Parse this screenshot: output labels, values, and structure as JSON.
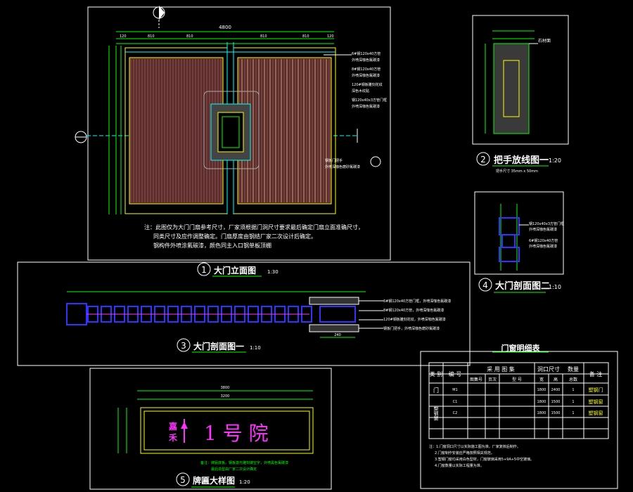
{
  "title_elevation": {
    "num": "1",
    "label": "大门立面图",
    "scale": "1:30"
  },
  "title_handle": {
    "num": "2",
    "label": "把手放线图一",
    "scale": "1:20"
  },
  "title_section1": {
    "num": "3",
    "label": "大门剖面图一",
    "scale": "1:10"
  },
  "title_section2": {
    "num": "4",
    "label": "大门剖面图二",
    "scale": "1:10"
  },
  "title_plaque": {
    "num": "5",
    "label": "牌匾大样图",
    "scale": "1:20"
  },
  "handle_note": "把手尺寸 35mm x 50mm",
  "handle_label": "石材面",
  "top_dims": {
    "total": "4800",
    "d1": "120",
    "d2": "810",
    "d3": "810",
    "d4": "810",
    "d5": "810",
    "d6": "120"
  },
  "elevation_notes": [
    "注：此图仅为大门门扇参考尺寸，厂家须根据门洞尺寸要求最后确定门扇立面准确尺寸，",
    "同类尺寸及应作调整确定。门扇厚度由钢结厂家二次设计后确定。",
    "钢构件外喷涂氟碳漆，颜色同主入口钢单板顶棚"
  ],
  "elevation_callouts": [
    "6#钢120x40方管",
    "外喷深咖色氟碳漆",
    "8#钢120x40方管",
    "外喷深咖色氟碳漆",
    "120#钢板雕刻花纹",
    "深色木纹贴",
    "钢120x40x3方管门框",
    "外喷深咖色氟碳漆"
  ],
  "elevation_callout2": [
    "钢板门把手",
    "外喷深咖色磨砂氟碳漆"
  ],
  "section1_callouts": [
    "6#钢120x40方管门框，外喷深咖色氟碳漆",
    "8#钢120x40方管，外喷深咖色氟碳漆",
    "120#钢板雕刻花纹，外喷深咖色氟碳漆",
    "钢板门把手，外喷深咖色磨砂氟碳漆"
  ],
  "section2_callouts": [
    "钢120x40x3方管门框",
    "外喷深咖色氟碳漆",
    "6#钢120x40方管",
    "外喷深咖色氟碳漆"
  ],
  "plaque": {
    "char_left_top": "嘉",
    "char_left_bot": "禾",
    "main": "1 号 院",
    "dims_total": "3800",
    "dims_inner": "3200",
    "note1": "备注：牌匾底板，钢板激光雕刻镂空字，外喷黑色氟碳漆",
    "note2": "最后造型由厂家二次设计确定"
  },
  "door_table": {
    "title": "门窗明细表",
    "headers": [
      "类 别",
      "编 号",
      "采 用 图 集",
      "洞口尺寸",
      "数量",
      "备 注"
    ],
    "subheaders": [
      "图集号",
      "页次",
      "型 号",
      "宽",
      "高",
      "总数"
    ],
    "group_door": "门",
    "group_window": "塑钢窗",
    "rows": [
      {
        "code": "M1",
        "w": "1800",
        "h": "2400",
        "n": "1",
        "note": "塑钢门"
      },
      {
        "code": "C1",
        "w": "1800",
        "h": "1500",
        "n": "1",
        "note": "塑钢窗"
      },
      {
        "code": "C2",
        "w": "1800",
        "h": "1500",
        "n": "1",
        "note": "塑钢窗"
      }
    ],
    "notes": [
      "注：1.门窗洞口尺寸以实际施工图为准，厂家复核后制作。",
      "2.门窗制作安装应严格按照相关规范。",
      "3.塑钢门窗均采用白色型材，门窗玻璃采用5+9A+5中空玻璃。",
      "4.门窗数量以实际工程量为准。"
    ]
  },
  "chart_data": {
    "type": "table",
    "title": "门窗明细表",
    "columns": [
      "编号",
      "宽",
      "高",
      "总数",
      "备注"
    ],
    "rows": [
      [
        "M1",
        "1800",
        "2400",
        "1",
        "塑钢门"
      ],
      [
        "C1",
        "1800",
        "1500",
        "1",
        "塑钢窗"
      ],
      [
        "C2",
        "1800",
        "1500",
        "1",
        "塑钢窗"
      ]
    ]
  }
}
